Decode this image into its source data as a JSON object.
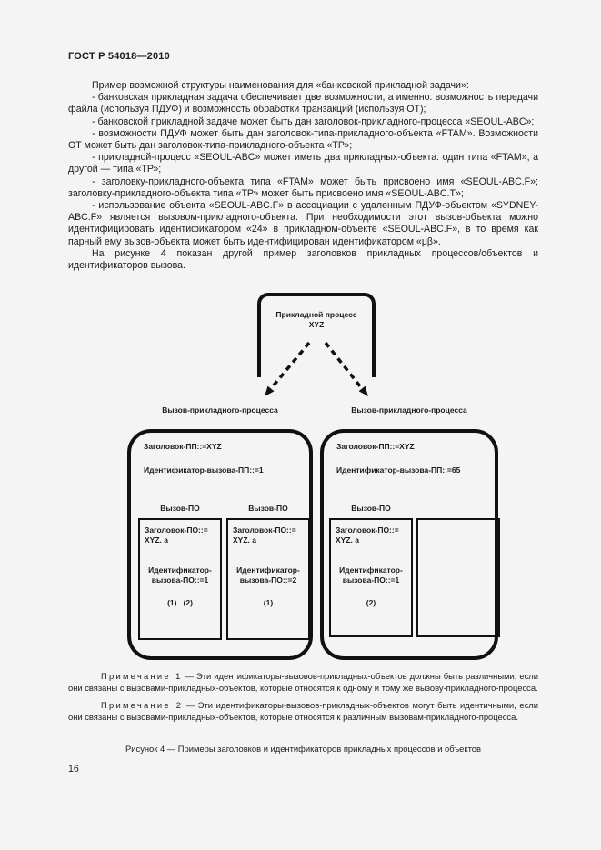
{
  "colors": {
    "page_bg": "#f4f4f4",
    "ink": "#1c1c1c"
  },
  "header": {
    "title": "ГОСТ Р 54018—2010"
  },
  "body": {
    "paragraphs": [
      "Пример возможной структуры наименования для «банковской прикладной задачи»:",
      "- банковская прикладная задача обеспечивает две возможности, а именно: возможность передачи файла (используя ПДУФ) и возможность обработки транзакций (используя ОТ);",
      "- банковской прикладной задаче может быть дан заголовок-прикладного-процесса «SEOUL-ABC»;",
      "- возможности ПДУФ может быть дан заголовок-типа-прикладного-объекта «FTAM». Возможности ОТ может быть дан заголовок-типа-прикладного-объекта «ТР»;",
      "- прикладной-процесс «SEOUL-ABC» может иметь два прикладных-объекта: один типа «FTAM», а другой — типа «ТР»;",
      "- заголовку-прикладного-объекта типа «FTAM» может быть присвоено имя «SEOUL-ABC.F»; заголовку-прикладного-объекта типа «ТР» может быть присвоено имя «SEOUL-ABC.T»;",
      "- использование объекта «SEOUL-ABC.F» в ассоциации с удаленным ПДУФ-объектом «SYDNEY-ABC.F» является вызовом-прикладного-объекта. При необходимости этот вызов-объекта можно идентифицировать идентификатором «24» в прикладном-объекте «SEOUL-ABC.F», в то время как парный ему вызов-объекта может быть идентифицирован идентификатором «μβ».",
      "На рисунке 4 показан другой пример заголовков прикладных процессов/объектов и идентификаторов вызова."
    ]
  },
  "figure": {
    "process_box": {
      "line1": "Прикладной процесс",
      "line2": "XYZ"
    },
    "groups": [
      {
        "label": "Вызов-прикладного-процесса",
        "title": "Заголовок-ПП::=XYZ",
        "invocation_id": "Идентификатор-вызова-ПП::=1",
        "objects": [
          {
            "label": "Вызов-ПО",
            "title_line1": "Заголовок-ПО::=",
            "title_line2": "XYZ. a",
            "id_line1": "Идентификатор-",
            "id_line2": "вызова-ПО::=1",
            "marks": "(1)   (2)"
          },
          {
            "label": "Вызов-ПО",
            "title_line1": "Заголовок-ПО::=",
            "title_line2": "XYZ. a",
            "id_line1": "Идентификатор-",
            "id_line2": "вызова-ПО::=2",
            "marks": "(1)"
          }
        ]
      },
      {
        "label": "Вызов-прикладного-процесса",
        "title": "Заголовок-ПП::=XYZ",
        "invocation_id": "Идентификатор-вызова-ПП::=65",
        "objects": [
          {
            "label": "Вызов-ПО",
            "title_line1": "Заголовок-ПО::=",
            "title_line2": "XYZ. a",
            "id_line1": "Идентификатор-",
            "id_line2": "вызова-ПО::=1",
            "marks": "(2)"
          }
        ]
      }
    ],
    "notes": [
      {
        "label": "Примечание 1",
        "text": " — Эти идентификаторы-вызовов-прикладных-объектов должны быть различными, если они связаны с вызовами-прикладных-объектов, которые относятся к одному и тому же вызову-прикладного-процесса."
      },
      {
        "label": "Примечание 2",
        "text": " — Эти идентификаторы-вызовов-прикладных-объектов могут быть идентичными, если они связаны с вызовами-прикладных-объектов, которые относятся к различным вызовам-прикладного-процесса."
      }
    ],
    "caption": "Рисунок 4 — Примеры заголовков и идентификаторов прикладных процессов и объектов"
  },
  "footer": {
    "page_number": "16"
  }
}
